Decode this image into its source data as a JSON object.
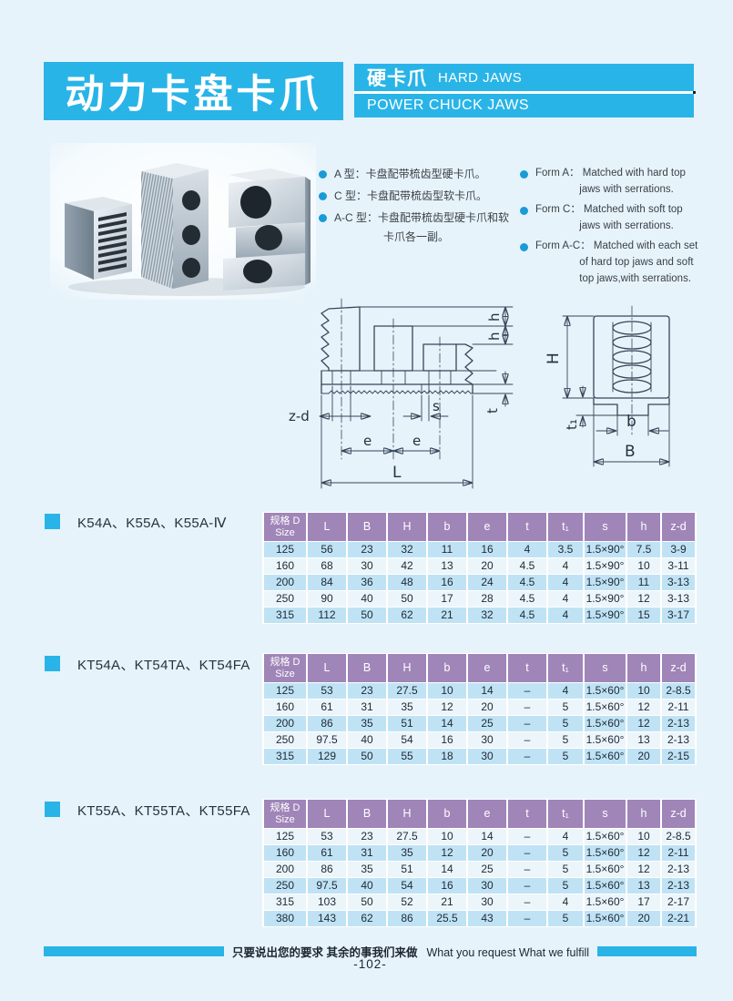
{
  "header": {
    "title_zh": "动力卡盘卡爪",
    "sub_zh": "硬卡爪",
    "sub_en": "HARD JAWS",
    "sub2_en": "POWER CHUCK JAWS"
  },
  "notes_zh": {
    "items": [
      "A 型：卡盘配带梳齿型硬卡爪。",
      "C 型：卡盘配带梳齿型软卡爪。",
      "A-C 型：卡盘配带梳齿型硬卡爪和软卡爪各一副。"
    ]
  },
  "notes_en": {
    "items": [
      "Form A： Matched with hard top jaws with serrations.",
      "Form C： Matched with soft top jaws with serrations.",
      "Form A-C： Matched with each set of hard top jaws and soft top jaws,with serrations."
    ]
  },
  "diagram": {
    "left_labels": {
      "zd": "z-d",
      "s": "s",
      "e1": "e",
      "e2": "e",
      "L": "L",
      "h1": "h",
      "h2": "h",
      "t": "t"
    },
    "right_labels": {
      "H": "H",
      "t1": "t₁",
      "b": "b",
      "B": "B"
    }
  },
  "table_columns": [
    "规格 D\nSize",
    "L",
    "B",
    "H",
    "b",
    "e",
    "t",
    "t₁",
    "s",
    "h",
    "z-d"
  ],
  "tables": [
    {
      "label": "K54A、K55A、K55A-Ⅳ",
      "stripe_first": "blue",
      "rows": [
        [
          "125",
          "56",
          "23",
          "32",
          "11",
          "16",
          "4",
          "3.5",
          "1.5×90°",
          "7.5",
          "3-9"
        ],
        [
          "160",
          "68",
          "30",
          "42",
          "13",
          "20",
          "4.5",
          "4",
          "1.5×90°",
          "10",
          "3-11"
        ],
        [
          "200",
          "84",
          "36",
          "48",
          "16",
          "24",
          "4.5",
          "4",
          "1.5×90°",
          "11",
          "3-13"
        ],
        [
          "250",
          "90",
          "40",
          "50",
          "17",
          "28",
          "4.5",
          "4",
          "1.5×90°",
          "12",
          "3-13"
        ],
        [
          "315",
          "112",
          "50",
          "62",
          "21",
          "32",
          "4.5",
          "4",
          "1.5×90°",
          "15",
          "3-17"
        ]
      ]
    },
    {
      "label": "KT54A、KT54TA、KT54FA",
      "stripe_first": "blue",
      "rows": [
        [
          "125",
          "53",
          "23",
          "27.5",
          "10",
          "14",
          "–",
          "4",
          "1.5×60°",
          "10",
          "2-8.5"
        ],
        [
          "160",
          "61",
          "31",
          "35",
          "12",
          "20",
          "–",
          "5",
          "1.5×60°",
          "12",
          "2-11"
        ],
        [
          "200",
          "86",
          "35",
          "51",
          "14",
          "25",
          "–",
          "5",
          "1.5×60°",
          "12",
          "2-13"
        ],
        [
          "250",
          "97.5",
          "40",
          "54",
          "16",
          "30",
          "–",
          "5",
          "1.5×60°",
          "13",
          "2-13"
        ],
        [
          "315",
          "129",
          "50",
          "55",
          "18",
          "30",
          "–",
          "5",
          "1.5×60°",
          "20",
          "2-15"
        ]
      ]
    },
    {
      "label": "KT55A、KT55TA、KT55FA",
      "stripe_first": "white",
      "rows": [
        [
          "125",
          "53",
          "23",
          "27.5",
          "10",
          "14",
          "–",
          "4",
          "1.5×60°",
          "10",
          "2-8.5"
        ],
        [
          "160",
          "61",
          "31",
          "35",
          "12",
          "20",
          "–",
          "5",
          "1.5×60°",
          "12",
          "2-11"
        ],
        [
          "200",
          "86",
          "35",
          "51",
          "14",
          "25",
          "–",
          "5",
          "1.5×60°",
          "12",
          "2-13"
        ],
        [
          "250",
          "97.5",
          "40",
          "54",
          "16",
          "30",
          "–",
          "5",
          "1.5×60°",
          "13",
          "2-13"
        ],
        [
          "315",
          "103",
          "50",
          "52",
          "21",
          "30",
          "–",
          "4",
          "1.5×60°",
          "17",
          "2-17"
        ],
        [
          "380",
          "143",
          "62",
          "86",
          "25.5",
          "43",
          "–",
          "5",
          "1.5×60°",
          "20",
          "2-21"
        ]
      ]
    }
  ],
  "footer": {
    "slogan_zh": "只要说出您的要求  其余的事我们来做",
    "slogan_en": "What you request What we fulfill",
    "page_no": "-102-"
  },
  "colors": {
    "accent_cyan": "#29b4e7",
    "table_header_purple": "#a085b8",
    "row_blue": "#bfe3f4",
    "row_light": "#ecf5fa",
    "page_bg": "#e7f3fa",
    "bullet_blue": "#1a9bd7"
  }
}
